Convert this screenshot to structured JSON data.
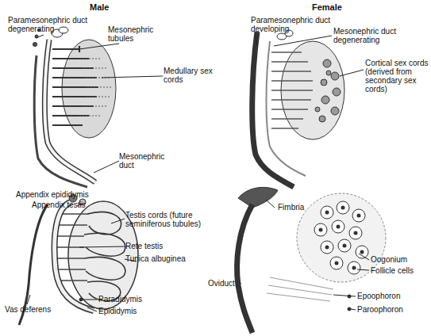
{
  "diagram": {
    "labels": [
      "Male",
      "Female",
      "Paramesonephric duct degenerating",
      "Mesonephric tubules",
      "Medullary sex cords",
      "Mesonephric duct",
      "Paramesonephric duct developing",
      "Mesonephric duct degenerating",
      "Cortical sex cords (derived from secondary sex cords)",
      "Appendix epididymis",
      "Appendix testis",
      "Testis cords (future seminiferous tubules)",
      "Rete testis",
      "Tunica albuginea",
      "Paradidymis",
      "Epididymis",
      "Vas deferens",
      "Fimbria",
      "Oogonium",
      "Follicle cells",
      "Epoophoron",
      "Paroophoron",
      "Oviduct"
    ]
  }
}
